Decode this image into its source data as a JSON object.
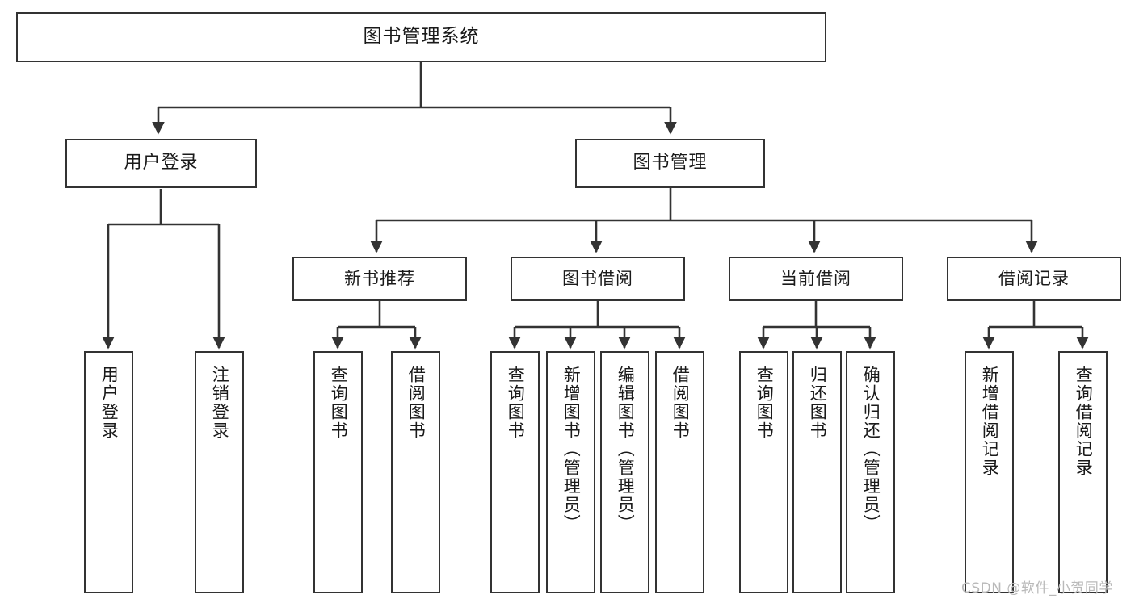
{
  "diagram": {
    "title": "图书管理系统",
    "type": "tree-hierarchy",
    "watermark": "CSDN @软件_小贺同学",
    "colors": {
      "stroke": "#333333",
      "fill": "#ffffff",
      "text": "#1a1a1a",
      "watermark": "#b9b9b9"
    },
    "root": {
      "label": "图书管理系统"
    },
    "level1": [
      {
        "label": "用户登录"
      },
      {
        "label": "图书管理"
      }
    ],
    "level2": [
      {
        "label": "新书推荐"
      },
      {
        "label": "图书借阅"
      },
      {
        "label": "当前借阅"
      },
      {
        "label": "借阅记录"
      }
    ],
    "leaves": {
      "user_login": [
        {
          "label": "用户登录"
        },
        {
          "label": "注销登录"
        }
      ],
      "new_book_recommend": [
        {
          "label": "查询图书"
        },
        {
          "label": "借阅图书"
        }
      ],
      "book_borrow": [
        {
          "label": "查询图书"
        },
        {
          "label": "新增图书（管理员）"
        },
        {
          "label": "编辑图书（管理员）"
        },
        {
          "label": "借阅图书"
        }
      ],
      "current_borrow": [
        {
          "label": "查询图书"
        },
        {
          "label": "归还图书"
        },
        {
          "label": "确认归还（管理员）"
        }
      ],
      "borrow_record": [
        {
          "label": "新增借阅记录"
        },
        {
          "label": "查询借阅记录"
        }
      ]
    }
  }
}
